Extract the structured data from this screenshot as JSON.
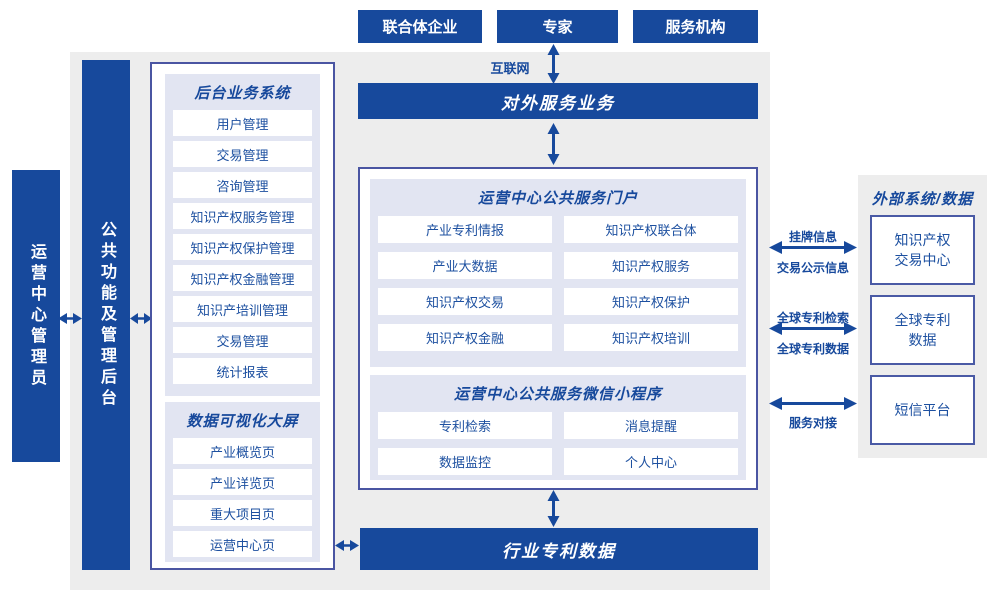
{
  "colors": {
    "primary_blue": "#17499c",
    "panel_border": "#4a55a2",
    "lavender_panel": "#e2e5f2",
    "background_gray": "#ededed",
    "item_text_blue": "#1d50a0"
  },
  "top_actors": [
    "联合体企业",
    "专家",
    "服务机构"
  ],
  "internet": {
    "label": "互联网"
  },
  "bars": {
    "external_service": "对外服务业务",
    "industry_patent_data": "行业专利数据"
  },
  "side_bars": {
    "admin": "运营中心管理员",
    "public_backend": "公共功能及管理后台"
  },
  "backend_panel": {
    "title": "后台业务系统",
    "items": [
      "用户管理",
      "交易管理",
      "咨询管理",
      "知识产权服务管理",
      "知识产权保护管理",
      "知识产权金融管理",
      "知识产培训管理",
      "交易管理",
      "统计报表"
    ]
  },
  "dashboard_panel": {
    "title": "数据可视化大屏",
    "items": [
      "产业概览页",
      "产业详览页",
      "重大项目页",
      "运营中心页"
    ]
  },
  "portal_panel": {
    "title": "运营中心公共服务门户",
    "items": [
      "产业专利情报",
      "知识产权联合体",
      "产业大数据",
      "知识产权服务",
      "知识产权交易",
      "知识产权保护",
      "知识产权金融",
      "知识产权培训"
    ]
  },
  "miniprogram_panel": {
    "title": "运营中心公共服务微信小程序",
    "items": [
      "专利检索",
      "消息提醒",
      "数据监控",
      "个人中心"
    ]
  },
  "external_panel": {
    "title": "外部系统/数据",
    "boxes": [
      "知识产权\n交易中心",
      "全球专利\n数据",
      "短信平台"
    ]
  },
  "flow_labels": {
    "listing": "挂牌信息",
    "publicity": "交易公示信息",
    "global_search": "全球专利检索",
    "global_data": "全球专利数据",
    "service_dock": "服务对接"
  }
}
